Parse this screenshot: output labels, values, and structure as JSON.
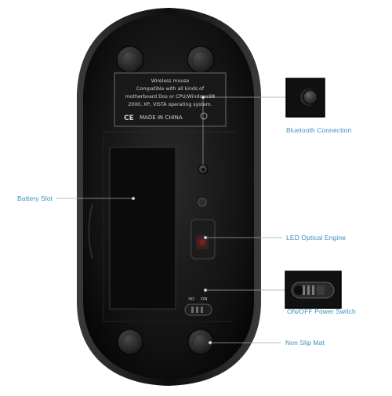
{
  "product": {
    "label_plate": {
      "lines": [
        "Wireless mouse",
        "Compatible with all kinds of",
        "motherboard Dos or CPU/Windows98",
        "2000, XP, VISTA operating system."
      ],
      "origin": "MADE IN CHINA",
      "cert_mark": "CE"
    },
    "switch_markings": {
      "left": "XO",
      "right": "ON"
    }
  },
  "callouts": {
    "bluetooth": "Bluetooth Connection",
    "battery": "Battery Slot",
    "led": "LED Optical Engine",
    "power": "ON/OFF Power Switch",
    "mat": "Non Slip Mat"
  },
  "colors": {
    "accent": "#3e8fbf",
    "body": "#141414",
    "inset_border": "#111111"
  }
}
